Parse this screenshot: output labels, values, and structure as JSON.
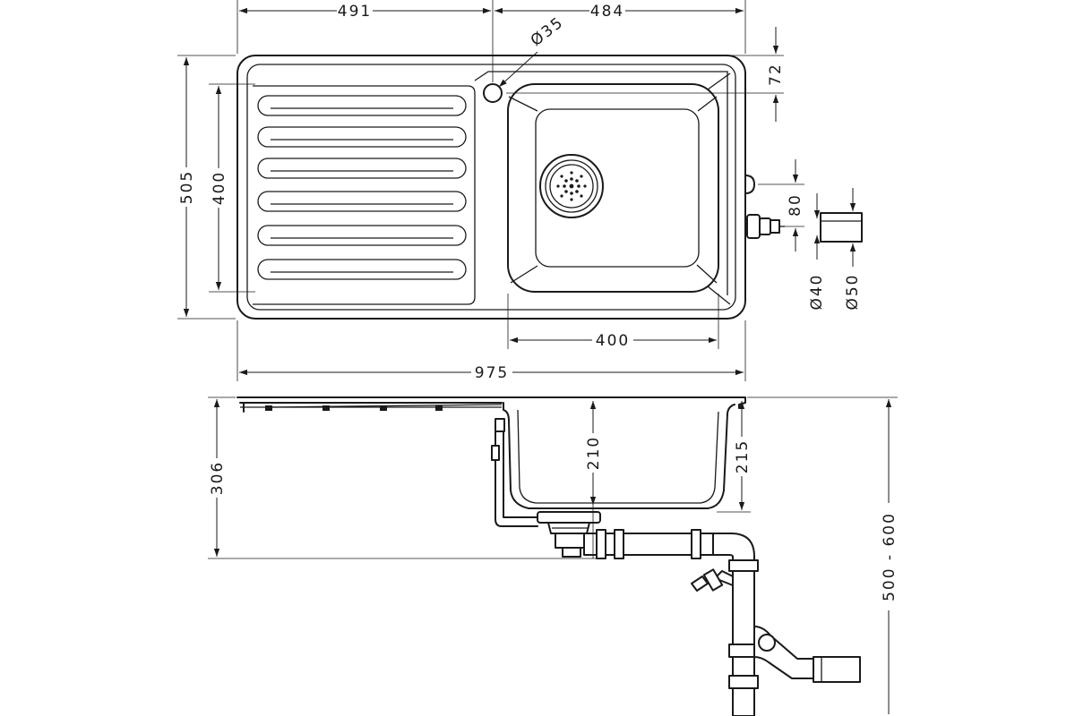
{
  "dimensions": {
    "drainer_width": "491",
    "bowl_offset_width": "484",
    "tap_hole_diameter": "Ø35",
    "tap_hole_offset": "72",
    "overall_depth": "505",
    "inner_depth": "400",
    "bowl_width": "400",
    "overall_width": "975",
    "overflow_offset": "80",
    "pipe_diameter_small": "Ø40",
    "pipe_diameter_large": "Ø50",
    "siphon_height": "306",
    "bowl_depth_inner": "210",
    "bowl_depth_outer": "215",
    "cabinet_height": "500 - 600"
  }
}
